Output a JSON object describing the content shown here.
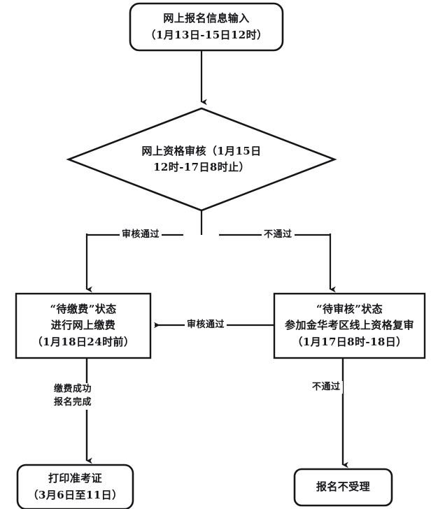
{
  "diagram": {
    "title_present": false,
    "type": "flowchart",
    "orientation": "top-to-bottom",
    "colors": {
      "stroke": "#16161a",
      "background": "#ffffff",
      "text": "#16161a"
    },
    "nodes": [
      {
        "id": "online-registration-input",
        "shape": "rounded-rectangle",
        "lines": [
          "网上报名信息输入",
          "（1月13日-15日12时）"
        ]
      },
      {
        "id": "online-qualification-review",
        "shape": "diamond",
        "lines": [
          "网上资格审核（1月15日",
          "12时-17日8时止）"
        ]
      },
      {
        "id": "pending-payment-status",
        "shape": "rectangle",
        "lines": [
          "“待缴费”状态",
          "进行网上缴费",
          "（1月18日24时前）"
        ]
      },
      {
        "id": "pending-review-status",
        "shape": "rectangle",
        "lines": [
          "“待审核”状态",
          "参加金华考区线上资格复审",
          "（1月17日8时-18日）"
        ]
      },
      {
        "id": "print-admission-ticket",
        "shape": "rounded-rectangle",
        "lines": [
          "打印准考证",
          "（3月6日至11日）"
        ]
      },
      {
        "id": "registration-rejected",
        "shape": "rounded-rectangle",
        "lines": [
          "报名不受理"
        ]
      }
    ],
    "edges": [
      {
        "id": "edge-input-to-review",
        "from": "online-registration-input",
        "to": "online-qualification-review",
        "label": "",
        "arrow": "down"
      },
      {
        "id": "edge-review-pass-left",
        "from": "online-qualification-review",
        "to": "pending-payment-status",
        "label": "审核通过",
        "arrow": "down"
      },
      {
        "id": "edge-review-fail-right",
        "from": "online-qualification-review",
        "to": "pending-review-status",
        "label": "不通过",
        "arrow": "down"
      },
      {
        "id": "edge-recheck-pass-to-payment",
        "from": "pending-review-status",
        "to": "pending-payment-status",
        "label": "审核通过",
        "arrow": "left"
      },
      {
        "id": "edge-payment-success-to-ticket",
        "from": "pending-payment-status",
        "to": "print-admission-ticket",
        "label_lines": [
          "缴费成功",
          "报名完成"
        ],
        "arrow": "down"
      },
      {
        "id": "edge-recheck-fail-to-rejected",
        "from": "pending-review-status",
        "to": "registration-rejected",
        "label": "不通过",
        "arrow": "down"
      }
    ]
  }
}
